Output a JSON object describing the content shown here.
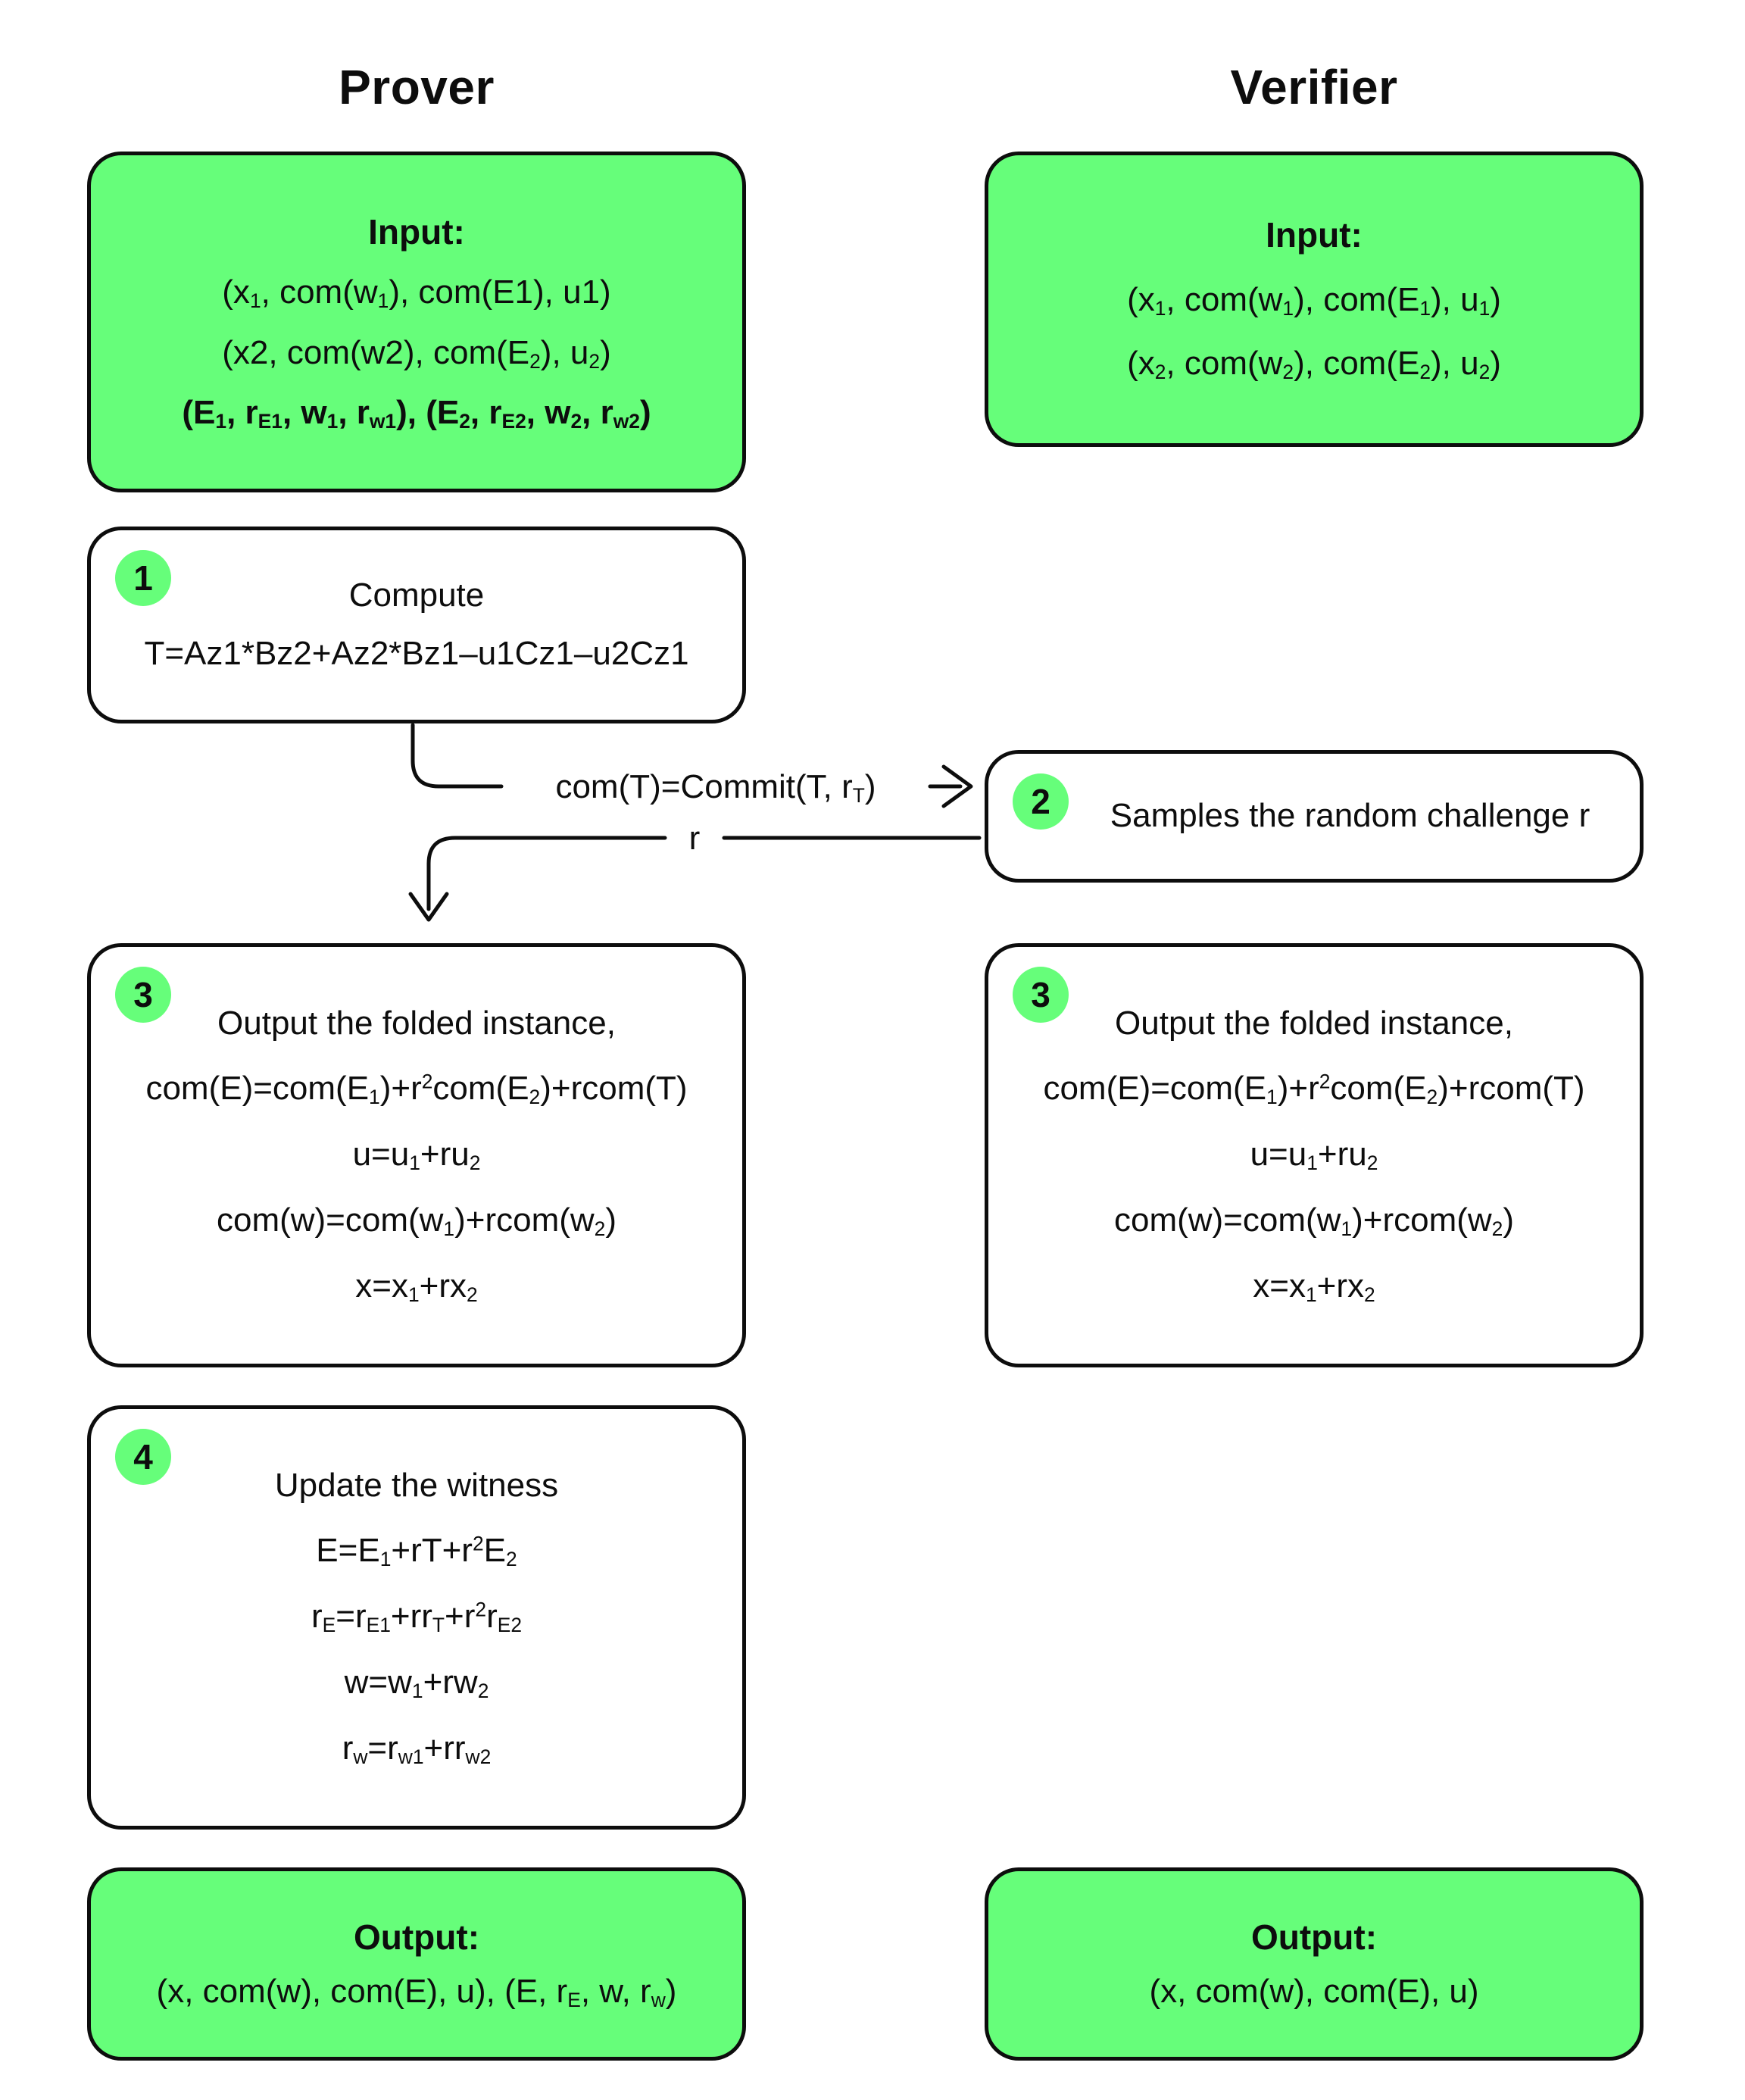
{
  "titles": {
    "prover": "Prover",
    "verifier": "Verifier"
  },
  "colors": {
    "accent_green": "#66fe7a",
    "ink": "#0d0d0d",
    "background": "#ffffff"
  },
  "prover": {
    "input": {
      "label": "Input:",
      "lines": [
        "(x_{1}, com(w_{1}), com(E1), u1)",
        "(x2, com(w2), com(E_{2}), u_{2})",
        "(E_{1}, r_{E1}, w_{1}, r_{w1}), (E_{2}, r_{E2}, w_{2}, r_{w2})"
      ]
    },
    "step1": {
      "badge": "1",
      "title": "Compute",
      "formula": "T=Az1*Bz2+Az2*Bz1–u1Cz1–u2Cz1"
    },
    "step3": {
      "badge": "3",
      "title": "Output the folded instance,",
      "equations": [
        "com(E)=com(E_{1})+r^{2}com(E_{2})+rcom(T)",
        "u=u_{1}+ru_{2}",
        "com(w)=com(w_{1})+rcom(w_{2})",
        "x=x_{1}+rx_{2}"
      ]
    },
    "step4": {
      "badge": "4",
      "title": "Update the witness",
      "equations": [
        "E=E_{1}+rT+r^{2}E_{2}",
        "r_{E}=r_{E1}+rr_{T}+r^{2}r_{E2}",
        "w=w_{1}+rw_{2}",
        "r_{w}=r_{w1}+rr_{w2}"
      ]
    },
    "output": {
      "label": "Output:",
      "line": "(x, com(w), com(E), u), (E, r_{E}, w, r_{w})"
    }
  },
  "verifier": {
    "input": {
      "label": "Input:",
      "lines": [
        "(x_{1}, com(w_{1}), com(E_{1}), u_{1})",
        "(x_{2}, com(w_{2}), com(E_{2}), u_{2})"
      ]
    },
    "step2": {
      "badge": "2",
      "text": "Samples the random challenge r"
    },
    "step3": {
      "badge": "3",
      "title": "Output the folded instance,",
      "equations": [
        "com(E)=com(E_{1})+r^{2}com(E_{2})+rcom(T)",
        "u=u_{1}+ru_{2}",
        "com(w)=com(w_{1})+rcom(w_{2})",
        "x=x_{1}+rx_{2}"
      ]
    },
    "output": {
      "label": "Output:",
      "line": "(x, com(w), com(E), u)"
    }
  },
  "messages": {
    "commit": "com(T)=Commit(T, r_{T})",
    "challenge": "r"
  }
}
